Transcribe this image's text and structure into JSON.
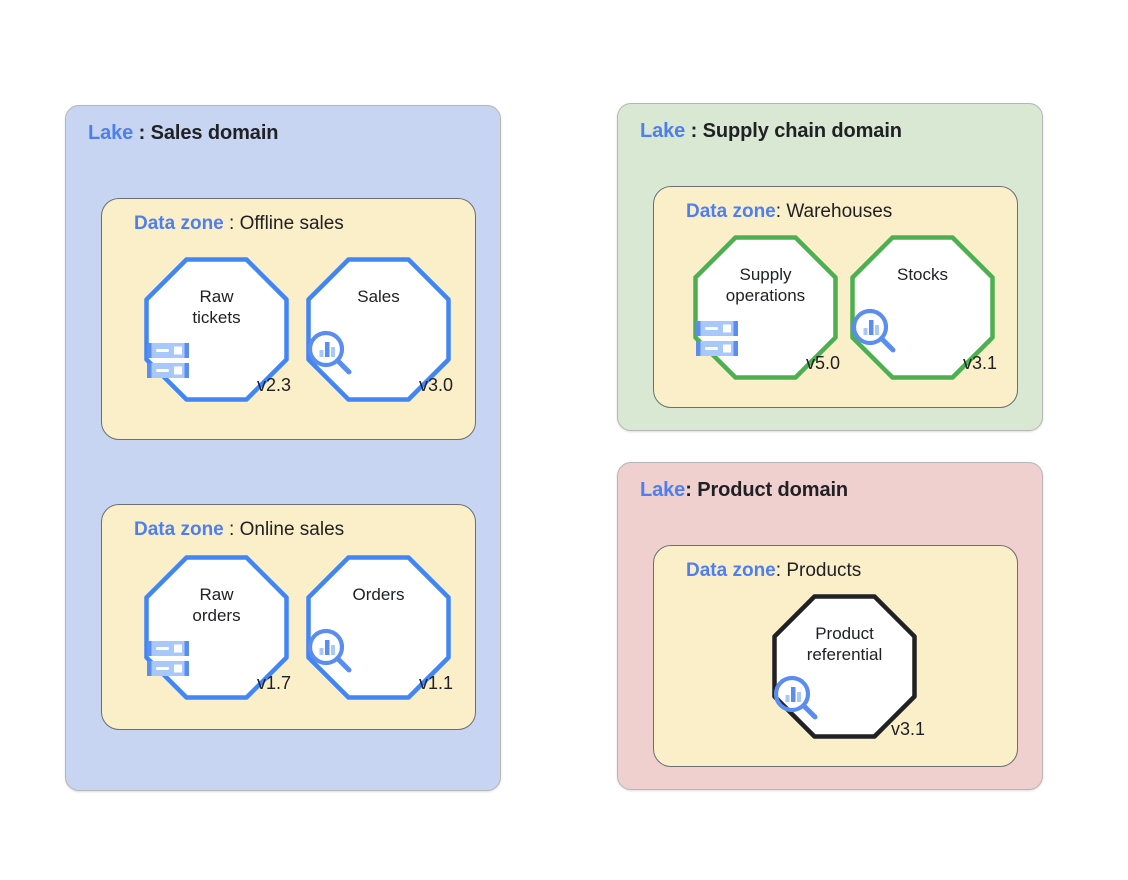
{
  "palette": {
    "accent_blue": "#4e7ff0",
    "octagon_blue": "#4285f4",
    "octagon_green": "#4caf50",
    "octagon_black": "#202124",
    "zone_yellow": "#fbefca",
    "sales_domain_bg": "#c7d4f2",
    "supply_domain_bg": "#d9e8d3",
    "product_domain_bg": "#f0cfcf",
    "text_dark": "#202124",
    "icon_light_blue": "#a8c7fa",
    "icon_mid_blue": "#6b9aee"
  },
  "labels": {
    "lake_prefix": "Lake",
    "zone_prefix": "Data zone"
  },
  "domains": [
    {
      "id": "sales",
      "lake_label": "Lake",
      "separator": " : ",
      "name": "Sales domain",
      "zones": [
        {
          "id": "offline-sales",
          "zone_label": "Data zone",
          "separator": " : ",
          "name": "Offline sales",
          "assets": [
            {
              "id": "raw-tickets",
              "name_lines": [
                "Raw",
                "tickets"
              ],
              "icon": "server-icon",
              "version": "v2.3",
              "border_color": "#4285f4"
            },
            {
              "id": "sales",
              "name_lines": [
                "Sales"
              ],
              "icon": "magnifier-chart-icon",
              "version": "v3.0",
              "border_color": "#4285f4"
            }
          ]
        },
        {
          "id": "online-sales",
          "zone_label": "Data zone",
          "separator": " : ",
          "name": "Online sales",
          "assets": [
            {
              "id": "raw-orders",
              "name_lines": [
                "Raw",
                "orders"
              ],
              "icon": "server-icon",
              "version": "v1.7",
              "border_color": "#4285f4"
            },
            {
              "id": "orders",
              "name_lines": [
                "Orders"
              ],
              "icon": "magnifier-chart-icon",
              "version": "v1.1",
              "border_color": "#4285f4"
            }
          ]
        }
      ]
    },
    {
      "id": "supply-chain",
      "lake_label": "Lake",
      "separator": " : ",
      "name": "Supply chain domain",
      "zones": [
        {
          "id": "warehouses",
          "zone_label": "Data zone",
          "separator": ": ",
          "name": "Warehouses",
          "assets": [
            {
              "id": "supply-operations",
              "name_lines": [
                "Supply",
                "operations"
              ],
              "icon": "server-icon",
              "version": "v5.0",
              "border_color": "#4caf50"
            },
            {
              "id": "stocks",
              "name_lines": [
                "Stocks"
              ],
              "icon": "magnifier-chart-icon",
              "version": "v3.1",
              "border_color": "#4caf50"
            }
          ]
        }
      ]
    },
    {
      "id": "product",
      "lake_label": "Lake",
      "separator": ": ",
      "name": "Product domain",
      "zones": [
        {
          "id": "products",
          "zone_label": "Data zone",
          "separator": ": ",
          "name": "Products",
          "assets": [
            {
              "id": "product-referential",
              "name_lines": [
                "Product",
                "referential"
              ],
              "icon": "magnifier-chart-icon",
              "version": "v3.1",
              "border_color": "#202124"
            }
          ]
        }
      ]
    }
  ]
}
